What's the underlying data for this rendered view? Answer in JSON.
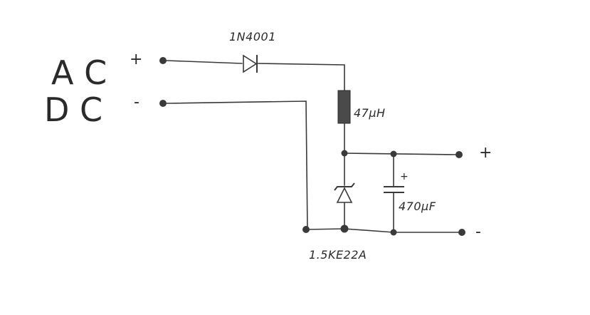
{
  "input": {
    "line1": "A C",
    "line2": "D C",
    "plus": "+",
    "minus": "-"
  },
  "components": {
    "diode": "1N4001",
    "inductor": "47µH",
    "capacitor": "470µF",
    "capacitor_polarity": "+",
    "tvs_diode": "1.5KE22A"
  },
  "output": {
    "plus": "+",
    "minus": "-"
  },
  "colors": {
    "ink": "#3a3a3a",
    "inductor_fill": "#4a4a4a",
    "paper": "#ffffff"
  }
}
